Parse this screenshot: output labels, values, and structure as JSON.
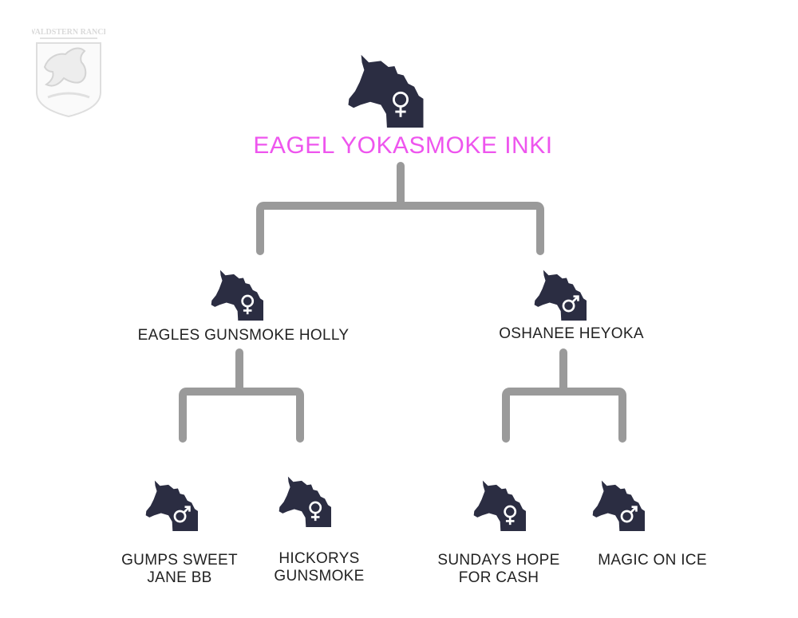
{
  "colors": {
    "root_label": "#ee55ee",
    "label": "#222222",
    "horse": "#2b2d42",
    "connector": "#9a9a9a",
    "symbol": "#ffffff",
    "logo": "#d9d9d9"
  },
  "logo": {
    "title": "WALDSTERN RANCH"
  },
  "pedigree": {
    "root": {
      "name": "EAGEL YOKASMOKE INKI",
      "sex": "female"
    },
    "dam": {
      "name": "EAGLES  GUNSMOKE HOLLY",
      "sex": "female"
    },
    "sire": {
      "name": "OSHANEE  HEYOKA",
      "sex": "male"
    },
    "dam_sire": {
      "name": "GUMPS SWEET\nJANE BB",
      "sex": "male"
    },
    "dam_dam": {
      "name": "HICKORYS\nGUNSMOKE",
      "sex": "female"
    },
    "sire_dam": {
      "name": "SUNDAYS HOPE\nFOR CASH",
      "sex": "female"
    },
    "sire_sire": {
      "name": "MAGIC ON ICE",
      "sex": "male"
    }
  }
}
